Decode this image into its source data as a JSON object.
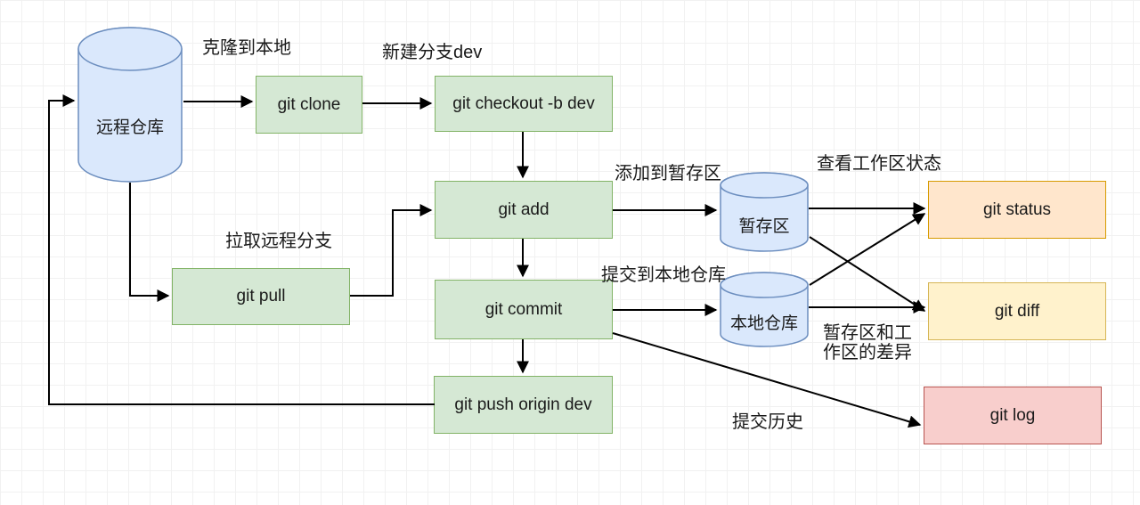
{
  "colors": {
    "canvas_bg": "#ffffff",
    "grid_line": "#f1f1f1",
    "arrow": "#000000",
    "text": "#1a1a1a",
    "blue_fill": "#dae8fc",
    "blue_border": "#6c8ebf",
    "green_fill": "#d5e8d4",
    "green_border": "#82b366",
    "orange_fill": "#ffe6cc",
    "orange_border": "#d79b00",
    "yellow_fill": "#fff2cc",
    "yellow_border": "#d6b656",
    "red_fill": "#f8cecc",
    "red_border": "#b85450"
  },
  "nodes": {
    "remote_repo": {
      "label": "远程仓库",
      "shape": "cylinder",
      "color": "blue"
    },
    "git_clone": {
      "label": "git clone",
      "shape": "rect",
      "color": "green"
    },
    "git_checkout": {
      "label": "git checkout -b dev",
      "shape": "rect",
      "color": "green"
    },
    "git_add": {
      "label": "git add",
      "shape": "rect",
      "color": "green"
    },
    "git_pull": {
      "label": "git pull",
      "shape": "rect",
      "color": "green"
    },
    "git_commit": {
      "label": "git commit",
      "shape": "rect",
      "color": "green"
    },
    "git_push": {
      "label": "git push origin dev",
      "shape": "rect",
      "color": "green"
    },
    "staging_area": {
      "label": "暂存区",
      "shape": "cylinder",
      "color": "blue"
    },
    "local_repo": {
      "label": "本地仓库",
      "shape": "cylinder",
      "color": "blue"
    },
    "git_status": {
      "label": "git status",
      "shape": "rect",
      "color": "orange"
    },
    "git_diff": {
      "label": "git diff",
      "shape": "rect",
      "color": "yellow"
    },
    "git_log": {
      "label": "git log",
      "shape": "rect",
      "color": "red"
    }
  },
  "annotations": {
    "clone_to_local": "克隆到本地",
    "new_branch_dev": "新建分支dev",
    "pull_remote_branch": "拉取远程分支",
    "add_to_staging": "添加到暂存区",
    "commit_to_local_repo": "提交到本地仓库",
    "view_workspace_status": "查看工作区状态",
    "staging_vs_workspace_line1": "暂存区和工",
    "staging_vs_workspace_line2": "作区的差异",
    "commit_history": "提交历史"
  },
  "edges": [
    {
      "from": "git_push",
      "to": "remote_repo"
    },
    {
      "from": "remote_repo",
      "to": "git_clone",
      "label": "克隆到本地"
    },
    {
      "from": "git_clone",
      "to": "git_checkout",
      "label": "新建分支dev"
    },
    {
      "from": "git_checkout",
      "to": "git_add"
    },
    {
      "from": "remote_repo",
      "to": "git_pull",
      "label": "拉取远程分支"
    },
    {
      "from": "git_pull",
      "to": "git_add"
    },
    {
      "from": "git_add",
      "to": "git_commit"
    },
    {
      "from": "git_add",
      "to": "staging_area",
      "label": "添加到暂存区"
    },
    {
      "from": "git_commit",
      "to": "local_repo",
      "label": "提交到本地仓库"
    },
    {
      "from": "git_commit",
      "to": "git_push"
    },
    {
      "from": "git_commit",
      "to": "git_log",
      "label": "提交历史"
    },
    {
      "from": "staging_area",
      "to": "git_status",
      "label": "查看工作区状态"
    },
    {
      "from": "staging_area",
      "to": "git_diff"
    },
    {
      "from": "local_repo",
      "to": "git_status"
    },
    {
      "from": "local_repo",
      "to": "git_diff",
      "label": "暂存区和工作区的差异"
    }
  ]
}
